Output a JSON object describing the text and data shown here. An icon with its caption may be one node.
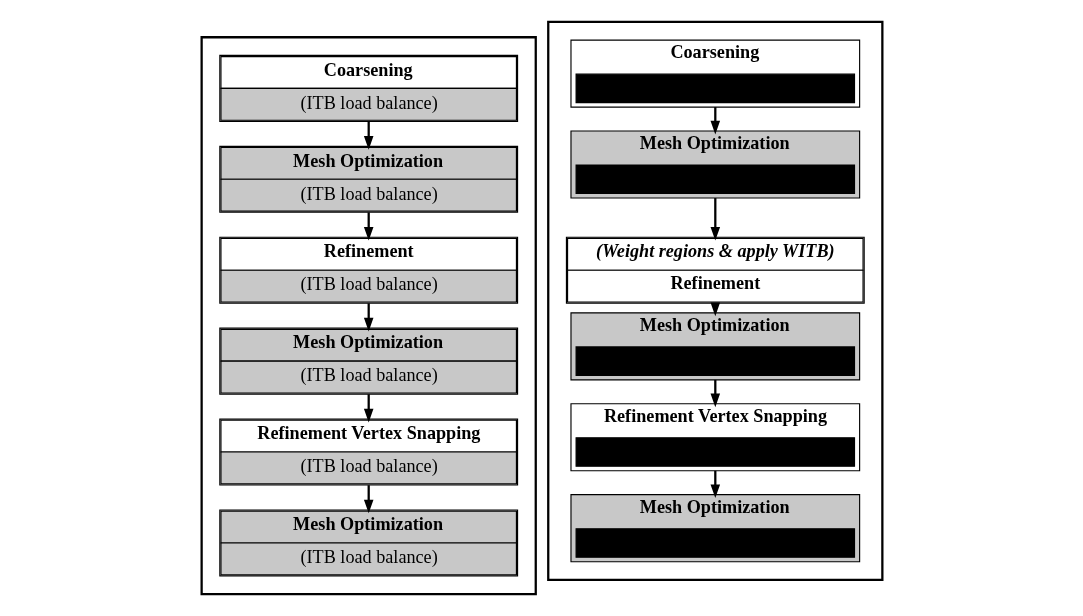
{
  "diagram": {
    "nodes": [
      {
        "text": [],
        "shape": "box"
      },
      {
        "text": [
          "Coarsening",
          "(ITB load balance)"
        ],
        "in": 0
      },
      {
        "text": [
          "Mesh Optimization",
          "(ITB load balance)"
        ],
        "in": 0
      },
      {
        "text": [
          "Refinement",
          "(ITB load balance)"
        ],
        "in": 0
      },
      {
        "text": [
          "Mesh Optimization",
          "(ITB load balance)"
        ],
        "in": 0
      },
      {
        "text": [
          "Refinement Vertex Snapping",
          "(ITB load balance)"
        ],
        "in": 0
      },
      {
        "text": [
          "Mesh Optimization",
          "(ITB load balance)"
        ],
        "in": 0
      },
      {
        "text": [],
        "shape": "box"
      },
      {
        "text": [
          "Coarsening"
        ],
        "in": 7
      },
      {
        "text": [],
        "shape": "bar",
        "in": 8
      },
      {
        "text": [
          "Mesh Optimization"
        ],
        "in": 7
      },
      {
        "text": [],
        "shape": "bar",
        "in": 10
      },
      {
        "text": [
          "(Weight regions & apply WITB)",
          "Refinement"
        ],
        "in": 7
      },
      {
        "text": [
          "Mesh Optimization"
        ],
        "in": 7
      },
      {
        "text": [],
        "shape": "bar",
        "in": 13
      },
      {
        "text": [
          "Refinement Vertex Snapping"
        ],
        "in": 7
      },
      {
        "text": [],
        "shape": "bar",
        "in": 15
      },
      {
        "text": [
          "Mesh Optimization"
        ],
        "in": 7
      },
      {
        "text": [],
        "shape": "bar",
        "in": 17
      }
    ],
    "edges": [
      {
        "from": 1,
        "to": 2,
        "arrow": "to"
      },
      {
        "from": 2,
        "to": 3,
        "arrow": "to"
      },
      {
        "from": 3,
        "to": 4,
        "arrow": "to"
      },
      {
        "from": 4,
        "to": 5,
        "arrow": "to"
      },
      {
        "from": 5,
        "to": 6,
        "arrow": "to"
      },
      {
        "from": 8,
        "to": 10,
        "arrow": "to"
      },
      {
        "from": 10,
        "to": 12,
        "arrow": "to"
      },
      {
        "from": 12,
        "to": 13,
        "arrow": "to"
      },
      {
        "from": 13,
        "to": 15,
        "arrow": "to"
      },
      {
        "from": 15,
        "to": 17,
        "arrow": "to"
      }
    ]
  }
}
